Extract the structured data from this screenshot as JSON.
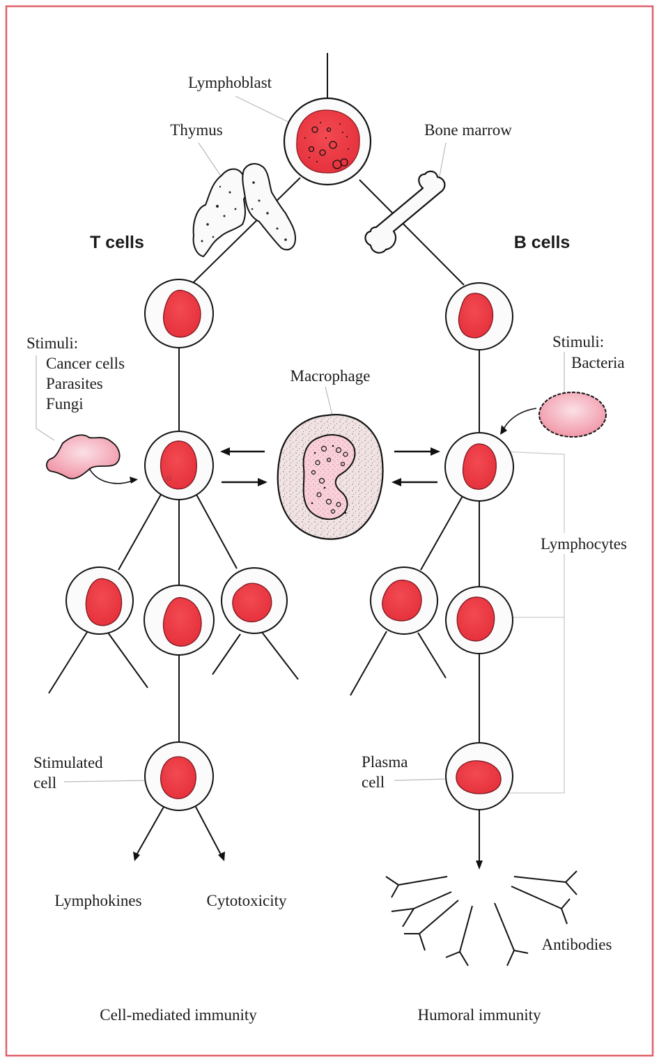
{
  "colors": {
    "border": "#e0606a",
    "nucleus": "#ef3b45",
    "nucleus_light": "#f47f8a",
    "cell_fill": "#fbfbfb",
    "line": "#111111",
    "leader": "#b9b9b9",
    "macro_fill": "#ecdede",
    "macro_nucleus": "#f6b3c2"
  },
  "labels": {
    "lymphoblast": "Lymphoblast",
    "thymus": "Thymus",
    "bone_marrow": "Bone marrow",
    "t_cells": "T cells",
    "b_cells": "B cells",
    "stimuli_left": "Stimuli:",
    "cancer_cells": "Cancer cells",
    "parasites": "Parasites",
    "fungi": "Fungi",
    "stimuli_right": "Stimuli:",
    "bacteria": "Bacteria",
    "macrophage": "Macrophage",
    "lymphocytes": "Lymphocytes",
    "stimulated_1": "Stimulated",
    "stimulated_2": "cell",
    "plasma_1": "Plasma",
    "plasma_2": "cell",
    "lymphokines": "Lymphokines",
    "cytotoxicity": "Cytotoxicity",
    "antibodies": "Antibodies",
    "cell_mediated": "Cell-mediated immunity",
    "humoral": "Humoral immunity"
  }
}
